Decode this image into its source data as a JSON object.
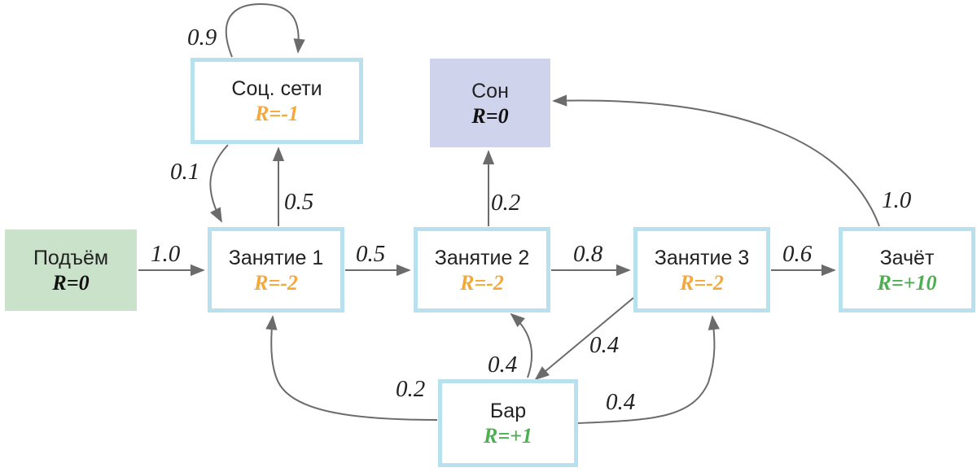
{
  "nodes": {
    "wake": {
      "title": "Подъём",
      "reward": "R=0"
    },
    "class1": {
      "title": "Занятие 1",
      "reward": "R=-2"
    },
    "class2": {
      "title": "Занятие 2",
      "reward": "R=-2"
    },
    "class3": {
      "title": "Занятие 3",
      "reward": "R=-2"
    },
    "exam": {
      "title": "Зачёт",
      "reward": "R=+10"
    },
    "social": {
      "title": "Соц. сети",
      "reward": "R=-1"
    },
    "sleep": {
      "title": "Сон",
      "reward": "R=0"
    },
    "bar": {
      "title": "Бар",
      "reward": "R=+1"
    }
  },
  "edges": {
    "wake_class1": "1.0",
    "class1_class2": "0.5",
    "class2_class3": "0.8",
    "class3_exam": "0.6",
    "exam_sleep": "1.0",
    "class2_sleep": "0.2",
    "class1_social": "0.5",
    "social_social": "0.9",
    "social_class1": "0.1",
    "class3_bar": "0.4",
    "bar_class1": "0.2",
    "bar_class2": "0.4",
    "bar_class3": "0.4"
  },
  "colors": {
    "border": "#b7e1ee",
    "negative": "#f5a83a",
    "positive": "#4caf50",
    "start": "#c9e2c9",
    "terminal": "#d0d3ec",
    "arrow": "#6b6b6b"
  }
}
